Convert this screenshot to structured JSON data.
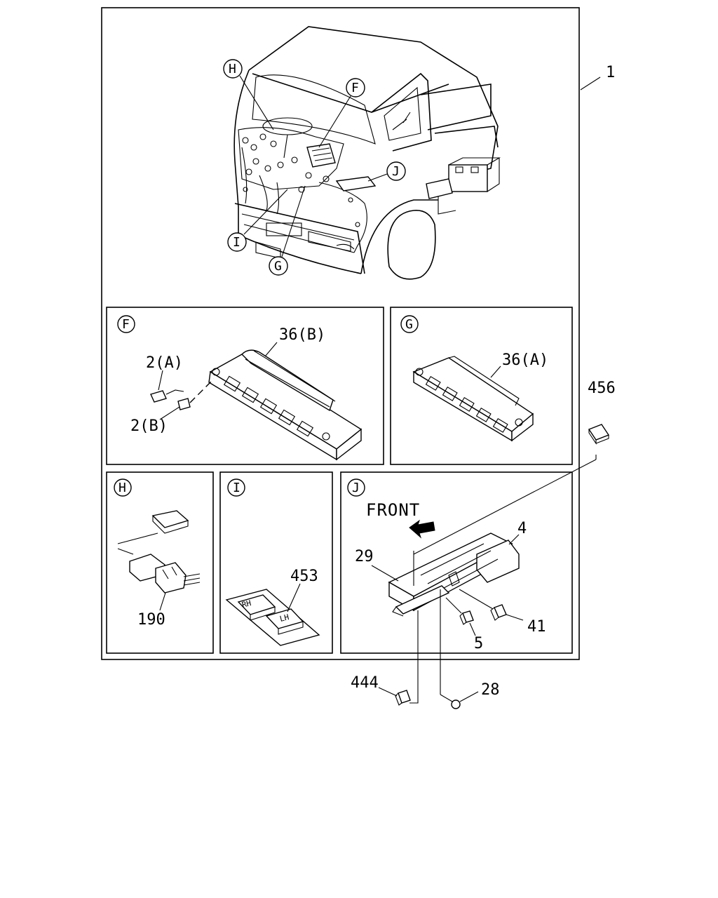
{
  "callouts": {
    "main": "1",
    "H": "H",
    "F": "F",
    "J": "J",
    "I": "I",
    "G": "G"
  },
  "panels": {
    "F": {
      "letter": "F",
      "labels": {
        "p36b": "36(B)",
        "p2a": "2(A)",
        "p2b": "2(B)"
      }
    },
    "G": {
      "letter": "G",
      "labels": {
        "p36a": "36(A)"
      }
    },
    "H": {
      "letter": "H",
      "labels": {
        "p190": "190"
      }
    },
    "I": {
      "letter": "I",
      "labels": {
        "p453": "453",
        "rh": "RH",
        "lh": "LH"
      }
    },
    "J": {
      "letter": "J",
      "labels": {
        "front": "FRONT",
        "p4": "4",
        "p29": "29",
        "p41": "41",
        "p5": "5"
      }
    }
  },
  "external": {
    "p456": "456",
    "p444": "444",
    "p28": "28"
  },
  "icons": [
    "front-arrow-icon"
  ]
}
